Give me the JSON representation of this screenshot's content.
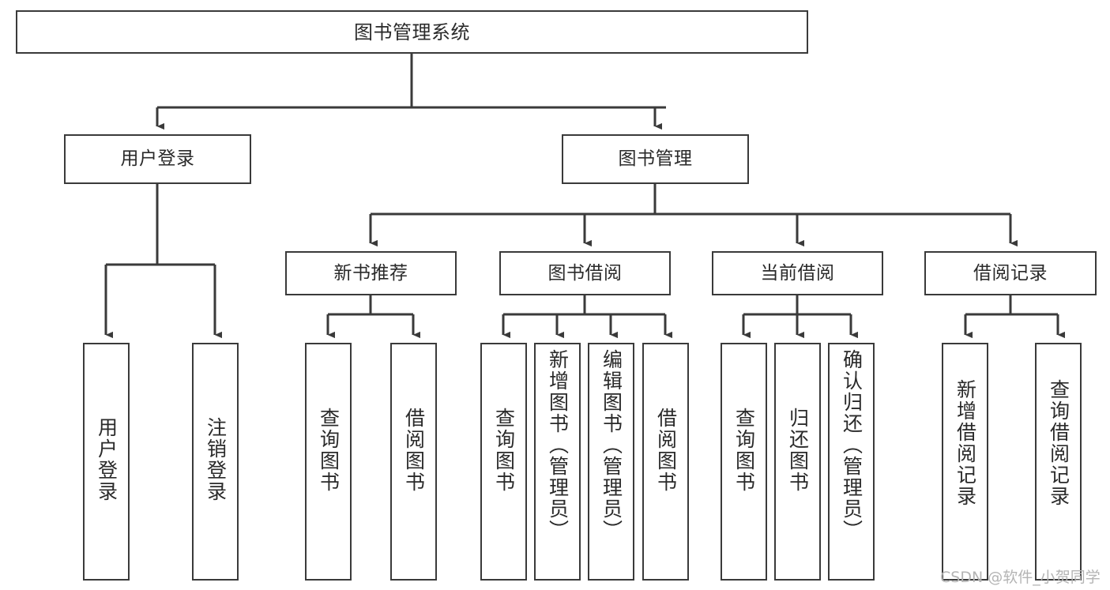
{
  "diagram": {
    "title": "图书管理系统",
    "type": "hierarchy-tree",
    "watermark": "CSDN @软件_小贺同学",
    "colors": {
      "box_border": "#3a3a3a",
      "box_fill": "#ffffff",
      "connector": "#3a3a3a",
      "text": "#2a2a2a",
      "watermark": "#b4b4b4"
    },
    "nodes": {
      "root": {
        "label": "图书管理系统"
      },
      "level1": [
        {
          "id": "user-login",
          "label": "用户登录"
        },
        {
          "id": "book-manage",
          "label": "图书管理"
        }
      ],
      "level2": [
        {
          "id": "new-book-recommend",
          "label": "新书推荐"
        },
        {
          "id": "book-borrow",
          "label": "图书借阅"
        },
        {
          "id": "current-borrow",
          "label": "当前借阅"
        },
        {
          "id": "borrow-record",
          "label": "借阅记录"
        }
      ],
      "leaves": {
        "user-login": [
          {
            "id": "leaf-user-login",
            "label": "用户登录"
          },
          {
            "id": "leaf-logout-login",
            "label": "注销登录"
          }
        ],
        "new-book-recommend": [
          {
            "id": "leaf-query-book-1",
            "label": "查询图书"
          },
          {
            "id": "leaf-borrow-book-1",
            "label": "借阅图书"
          }
        ],
        "book-borrow": [
          {
            "id": "leaf-query-book-2",
            "label": "查询图书"
          },
          {
            "id": "leaf-add-book-admin",
            "label": "新增图书（管理员）"
          },
          {
            "id": "leaf-edit-book-admin",
            "label": "编辑图书（管理员）"
          },
          {
            "id": "leaf-borrow-book-2",
            "label": "借阅图书"
          }
        ],
        "current-borrow": [
          {
            "id": "leaf-query-book-3",
            "label": "查询图书"
          },
          {
            "id": "leaf-return-book",
            "label": "归还图书"
          },
          {
            "id": "leaf-confirm-return-admin",
            "label": "确认归还（管理员）"
          }
        ],
        "borrow-record": [
          {
            "id": "leaf-add-borrow-record",
            "label": "新增借阅记录"
          },
          {
            "id": "leaf-query-borrow-record",
            "label": "查询借阅记录"
          }
        ]
      }
    }
  }
}
